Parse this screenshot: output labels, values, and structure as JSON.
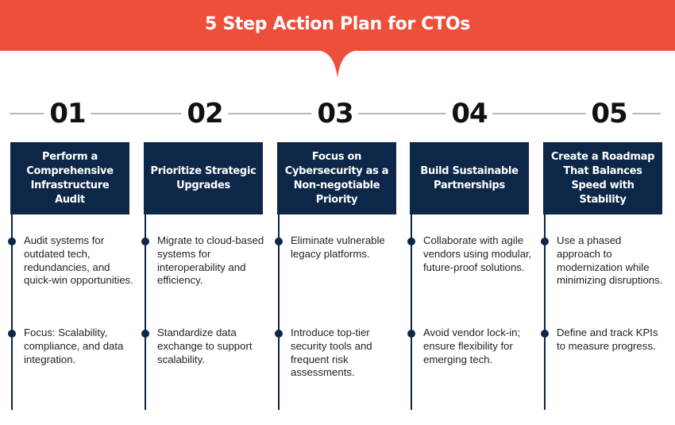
{
  "header": {
    "title": "5 Step Action Plan for CTOs",
    "background_color": "#ed4f3b"
  },
  "colors": {
    "card_bg": "#0c2748",
    "timeline_line": "#b9b9b9",
    "text": "#222222"
  },
  "steps": [
    {
      "number": "01",
      "title": "Perform a Comprehensive Infrastructure Audit",
      "bullets": [
        "Audit systems for outdated tech, redundancies, and quick-win opportunities.",
        "Focus: Scalability, compliance, and data integration."
      ]
    },
    {
      "number": "02",
      "title": "Prioritize Strategic Upgrades",
      "bullets": [
        "Migrate to cloud-based systems for interoperability and efficiency.",
        "Standardize data exchange to support scalability."
      ]
    },
    {
      "number": "03",
      "title": "Focus on Cybersecurity as a Non-negotiable Priority",
      "bullets": [
        "Eliminate vulnerable legacy platforms.",
        "Introduce top-tier security tools and frequent risk assessments."
      ]
    },
    {
      "number": "04",
      "title": "Build Sustainable Partnerships",
      "bullets": [
        "Collaborate with agile vendors using modular, future-proof solutions.",
        "Avoid vendor lock-in; ensure flexibility for emerging tech."
      ]
    },
    {
      "number": "05",
      "title": "Create a Roadmap That Balances Speed with Stability",
      "bullets": [
        "Use a phased approach to modernization while minimizing disruptions.",
        "Define and track KPIs to measure progress."
      ]
    }
  ]
}
